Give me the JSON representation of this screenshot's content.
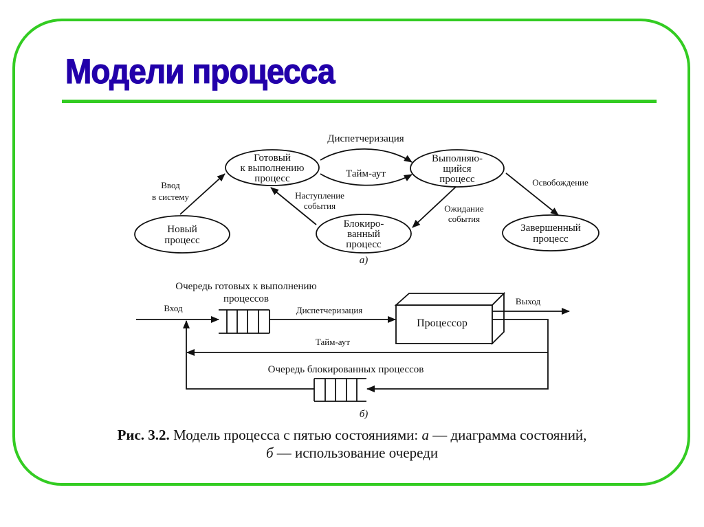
{
  "slide": {
    "title": "Модели процесса",
    "colors": {
      "frame": "#33cc22",
      "title": "#2200aa",
      "ink": "#111111"
    }
  },
  "diagram_a": {
    "label": "а)",
    "states": {
      "new": [
        "Новый",
        "процесс"
      ],
      "ready": [
        "Готовый",
        "к выполнению",
        "процесс"
      ],
      "running": [
        "Выполняю-",
        "щийся",
        "процесс"
      ],
      "blocked": [
        "Блокиро-",
        "ванный",
        "процесс"
      ],
      "exit": [
        "Завершенный",
        "процесс"
      ]
    },
    "transitions": {
      "admit": [
        "Ввод",
        "в систему"
      ],
      "dispatch": "Диспетчеризация",
      "timeout": "Тайм-аут",
      "event_occurs": [
        "Наступление",
        "события"
      ],
      "event_wait": [
        "Ожидание",
        "события"
      ],
      "release": "Освобождение"
    }
  },
  "diagram_b": {
    "label": "б)",
    "ready_queue_label": [
      "Очередь готовых к выполнению",
      "процессов"
    ],
    "input_label": "Вход",
    "dispatch_label": "Диспетчеризация",
    "processor_label": "Процессор",
    "output_label": "Выход",
    "timeout_label": "Тайм-аут",
    "blocked_queue_label": "Очередь блокированных процессов"
  },
  "caption": {
    "fig_number": "Рис. 3.2.",
    "text_1": " Модель процесса с пятью состояниями: ",
    "a": "а",
    "text_2": " — диаграмма состояний,",
    "b": "б",
    "text_3": " — использование очереди"
  }
}
